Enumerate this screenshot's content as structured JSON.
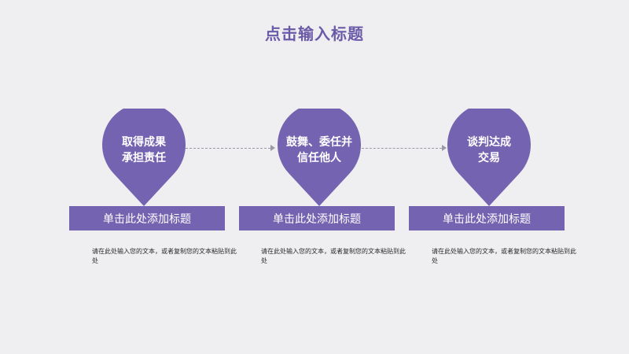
{
  "title": "点击输入标题",
  "colors": {
    "accent": "#7463b0",
    "title": "#6a5aa8",
    "background": "#efeef0"
  },
  "steps": [
    {
      "label": "取得成果\n承担责任",
      "bar": "单击此处添加标题",
      "desc": "请在此处输入您的文本，或者复制您的文本粘贴到此处"
    },
    {
      "label": "鼓舞、委任并\n信任他人",
      "bar": "单击此处添加标题",
      "desc": "请在此处输入您的文本，或者复制您的文本粘贴到此处"
    },
    {
      "label": "谈判达成\n交易",
      "bar": "单击此处添加标题",
      "desc": "请在此处输入您的文本，或者复制您的文本粘贴到此处"
    }
  ]
}
